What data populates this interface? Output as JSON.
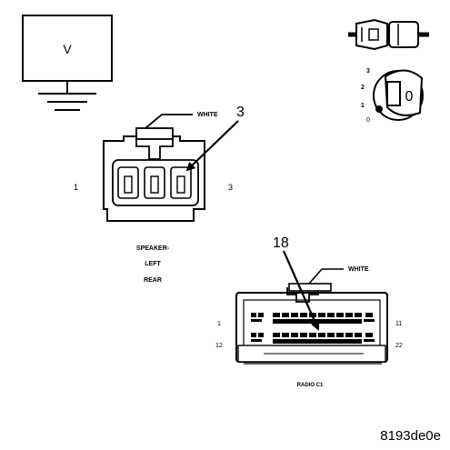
{
  "meter": {
    "label": "V"
  },
  "ignition": {
    "positions": [
      "3",
      "2",
      "1",
      "0"
    ],
    "key_label": "0"
  },
  "speaker_connector": {
    "color_label": "WHITE",
    "pin_callout": "3",
    "pin_left": "1",
    "pin_right": "3",
    "name_lines": [
      "SPEAKER-",
      "LEFT",
      "REAR"
    ]
  },
  "radio_connector": {
    "pin_callout": "18",
    "color_label": "WHITE",
    "pin_top_left": "1",
    "pin_top_right": "11",
    "pin_bottom_left": "12",
    "pin_bottom_right": "22",
    "name": "RADIO C1"
  },
  "figure_code": "8193de0e"
}
